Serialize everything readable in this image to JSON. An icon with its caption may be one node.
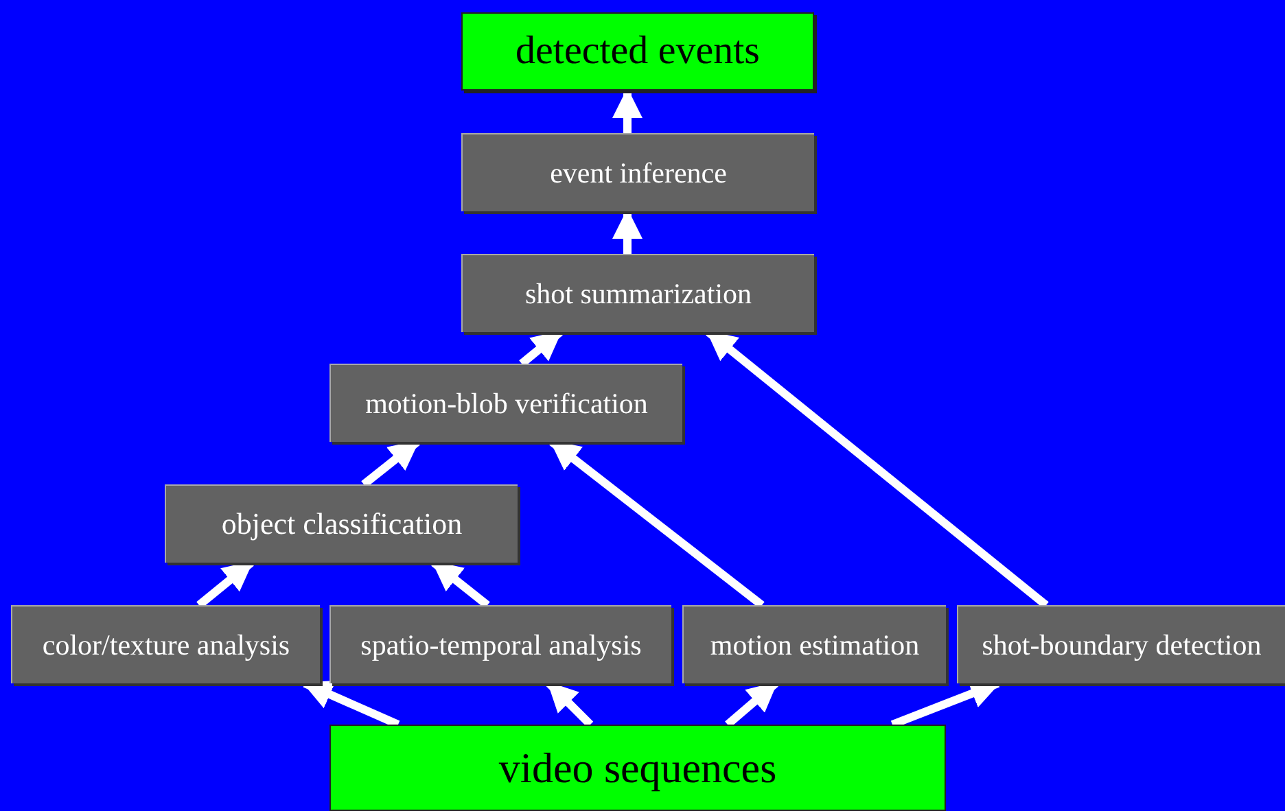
{
  "diagram": {
    "nodes": [
      {
        "text": [
          "detected events"
        ]
      },
      {
        "text": [
          "event inference"
        ]
      },
      {
        "text": [
          "shot summarization"
        ]
      },
      {
        "text": [
          "motion-blob verification"
        ]
      },
      {
        "text": [
          "object classification"
        ]
      },
      {
        "text": [
          "color/texture analysis"
        ]
      },
      {
        "text": [
          "spatio-temporal analysis"
        ]
      },
      {
        "text": [
          "motion estimation"
        ]
      },
      {
        "text": [
          "shot-boundary detection"
        ]
      },
      {
        "text": [
          "video sequences"
        ]
      }
    ],
    "edges": [
      {
        "from": 9,
        "to": 5,
        "arrow": "to"
      },
      {
        "from": 9,
        "to": 6,
        "arrow": "to"
      },
      {
        "from": 9,
        "to": 7,
        "arrow": "to"
      },
      {
        "from": 9,
        "to": 8,
        "arrow": "to"
      },
      {
        "from": 5,
        "to": 4,
        "arrow": "to"
      },
      {
        "from": 6,
        "to": 4,
        "arrow": "to"
      },
      {
        "from": 4,
        "to": 3,
        "arrow": "to"
      },
      {
        "from": 7,
        "to": 3,
        "arrow": "to"
      },
      {
        "from": 3,
        "to": 2,
        "arrow": "to"
      },
      {
        "from": 8,
        "to": 2,
        "arrow": "to"
      },
      {
        "from": 2,
        "to": 1,
        "arrow": "to"
      },
      {
        "from": 1,
        "to": 0,
        "arrow": "to"
      }
    ]
  }
}
